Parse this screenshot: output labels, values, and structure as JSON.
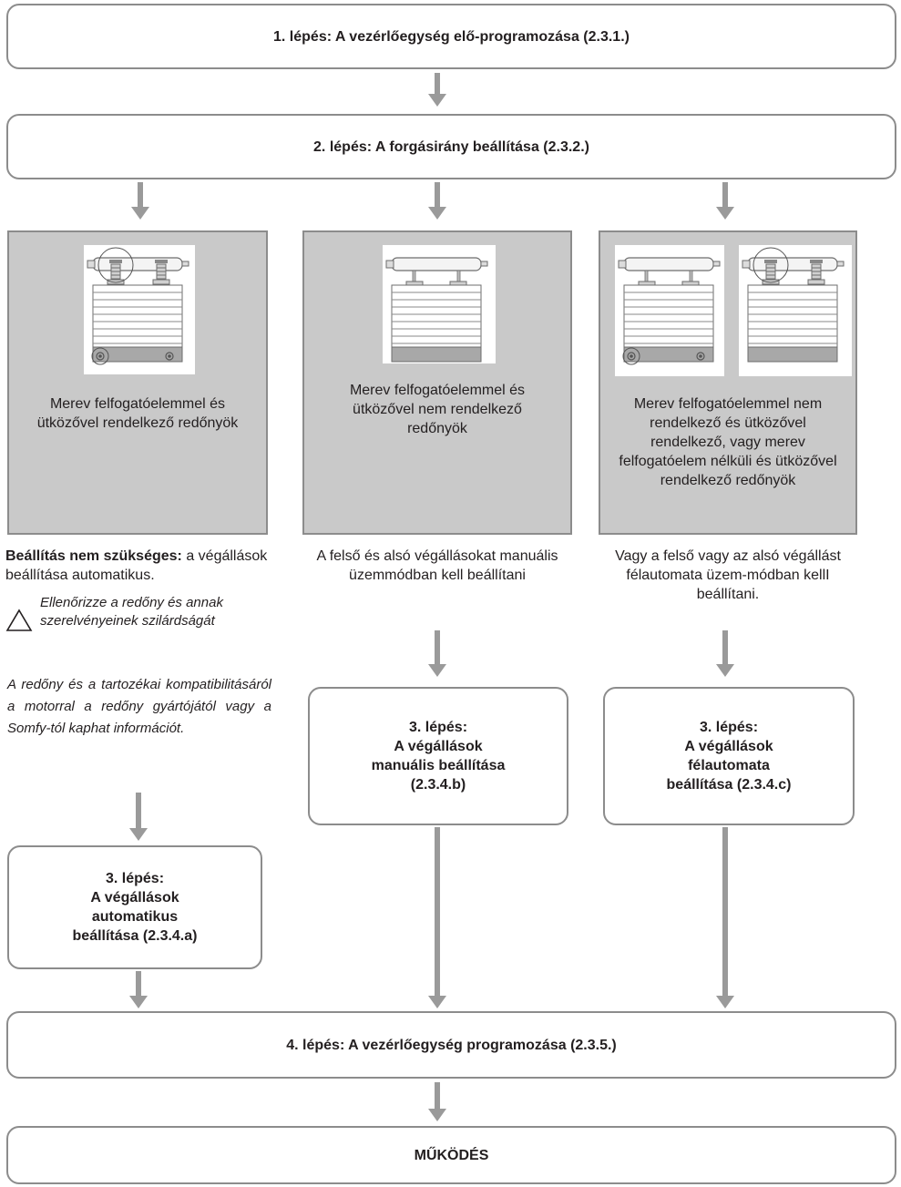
{
  "steps": {
    "step1": "1. lépés: A vezérlőegység elő-programozása (2.3.1.)",
    "step2": "2. lépés: A forgásirány beállítása (2.3.2.)",
    "step4": "4. lépés: A vezérlőegység programozása (2.3.5.)",
    "final": "MŰKÖDÉS"
  },
  "columns": {
    "left": {
      "panel_text": "Merev felfogatóelemmel és ütközővel rendelkező redőnyök",
      "desc_bold": "Beállítás nem szükséges:",
      "desc_rest": " a végállások beállítása automatikus.",
      "warning": "Ellenőrizze a redőny és annak szerelvényeinek szilárdságát",
      "info": "A redőny és a tartozékai kompatibilitásáról a motorral a redőny gyártójától vagy a Somfy-tól kaphat információt.",
      "step3": [
        "3. lépés:",
        "A végállások",
        "automatikus",
        "beállítása (2.3.4.a)"
      ]
    },
    "middle": {
      "panel_text": "Merev felfogatóelemmel és ütközővel nem rendelkező redőnyök",
      "desc": "A felső és alsó végállásokat manuális üzemmódban kell beállítani",
      "step3": [
        "3. lépés:",
        "A végállások",
        "manuális beállítása",
        "(2.3.4.b)"
      ]
    },
    "right": {
      "panel_text": "Merev felfogatóelemmel nem rendelkező és ütközővel rendelkező, vagy merev felfogatóelem nélküli és ütközővel rendelkező redőnyök",
      "desc": "Vagy a felső vagy az alsó végállást félautomata üzem-módban kellI beállítani.",
      "step3": [
        "3. lépés:",
        "A végállások",
        "félautomata",
        "beállítása (2.3.4.c)"
      ]
    }
  },
  "colors": {
    "panel": "#c9c9c9",
    "border": "#8c8c8c",
    "arrow": "#9a9a9a"
  },
  "icons": [
    "roller-shutter-icon",
    "warning-triangle-icon"
  ]
}
